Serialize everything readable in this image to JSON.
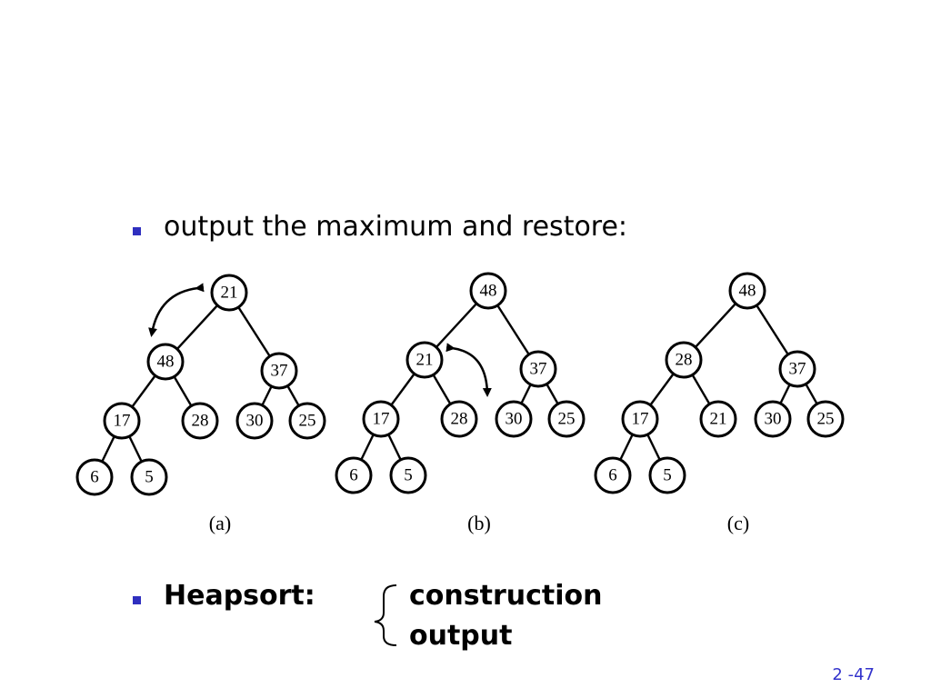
{
  "bullets": [
    {
      "text": "output the maximum and restore:"
    },
    {
      "text": "Heapsort:"
    }
  ],
  "heapsort_phases": [
    "construction",
    "output"
  ],
  "page_number": "2 -47",
  "colors": {
    "bullet": "#2f2fbf",
    "pagenum": "#3333cc"
  },
  "trees": [
    {
      "caption": "(a)",
      "nodes": [
        "21",
        "48",
        "37",
        "17",
        "28",
        "30",
        "25",
        "6",
        "5"
      ]
    },
    {
      "caption": "(b)",
      "nodes": [
        "48",
        "21",
        "37",
        "17",
        "28",
        "30",
        "25",
        "6",
        "5"
      ]
    },
    {
      "caption": "(c)",
      "nodes": [
        "48",
        "28",
        "37",
        "17",
        "21",
        "30",
        "25",
        "6",
        "5"
      ]
    }
  ]
}
